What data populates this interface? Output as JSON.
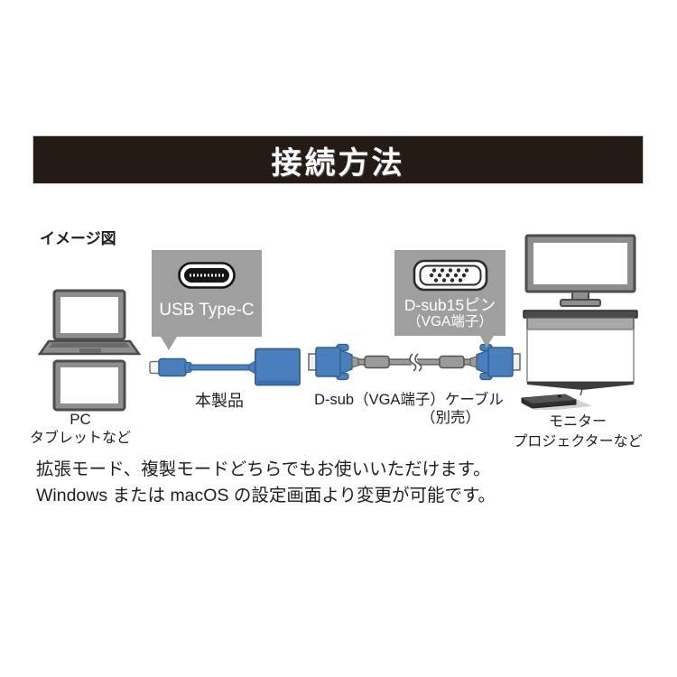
{
  "header": {
    "title": "接続方法"
  },
  "diagram": {
    "section_label": "イメージ図",
    "source": {
      "line1": "PC",
      "line2": "タブレットなど"
    },
    "usbc_callout": {
      "label": "USB Type-C"
    },
    "product": {
      "label": "本製品"
    },
    "dsub_callout": {
      "line1": "D-sub15ピン",
      "line2": "（VGA端子）"
    },
    "cable": {
      "line1": "D-sub（VGA端子）ケーブル",
      "line2": "（別売）"
    },
    "output": {
      "line1": "モニター",
      "line2": "プロジェクターなど"
    }
  },
  "footer": {
    "line1": "拡張モード、複製モードどちらでもお使いいただけます。",
    "line2": "Windows または macOS の設定画面より変更が可能です。"
  },
  "icons": [
    "laptop-icon",
    "tablet-icon",
    "usbc-port-icon",
    "usbc-adapter-icon",
    "vga-cable-icon",
    "vga-port-icon",
    "monitor-icon",
    "projector-screen-icon"
  ],
  "colors": {
    "header_bg": "#241a16",
    "header_text": "#ffffff",
    "callout_bg": "#9f9f9f",
    "accent_blue": "#4a7fbe",
    "accent_blue_border": "#2e5e94",
    "device_gray": "#8e8e8e",
    "cable_gray": "#9a9a9a",
    "background": "#ffffff"
  }
}
